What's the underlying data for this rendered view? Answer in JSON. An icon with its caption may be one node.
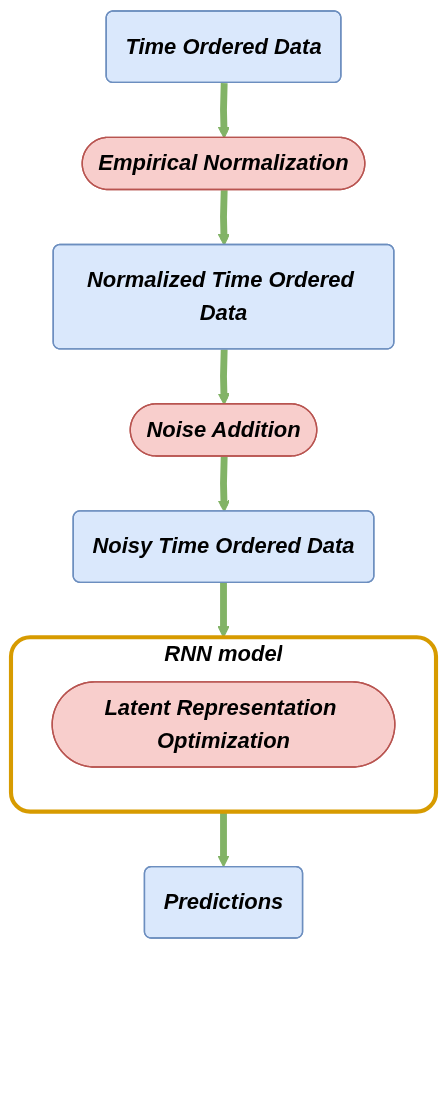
{
  "diagram": {
    "nodes": [
      {
        "text": [
          "Time Ordered Data"
        ]
      },
      {
        "text": [
          "Empirical Normalization"
        ]
      },
      {
        "text": [
          "Normalized Time Ordered Data"
        ]
      },
      {
        "text": [
          "Noise Addition"
        ]
      },
      {
        "text": [
          "Noisy Time Ordered Data"
        ]
      },
      {
        "text": [
          "RNN model"
        ]
      },
      {
        "text": [
          "Latent Representation Optimization"
        ],
        "in": 5
      },
      {
        "text": [
          "Predictions"
        ]
      }
    ],
    "edges": [
      {
        "from": 0,
        "to": 1,
        "arrow": "to"
      },
      {
        "from": 1,
        "to": 2,
        "arrow": "to"
      },
      {
        "from": 2,
        "to": 3,
        "arrow": "to"
      },
      {
        "from": 3,
        "to": 4,
        "arrow": "to"
      },
      {
        "from": 4,
        "to": 5,
        "arrow": "to"
      },
      {
        "from": 5,
        "to": 7,
        "arrow": "to"
      }
    ]
  }
}
